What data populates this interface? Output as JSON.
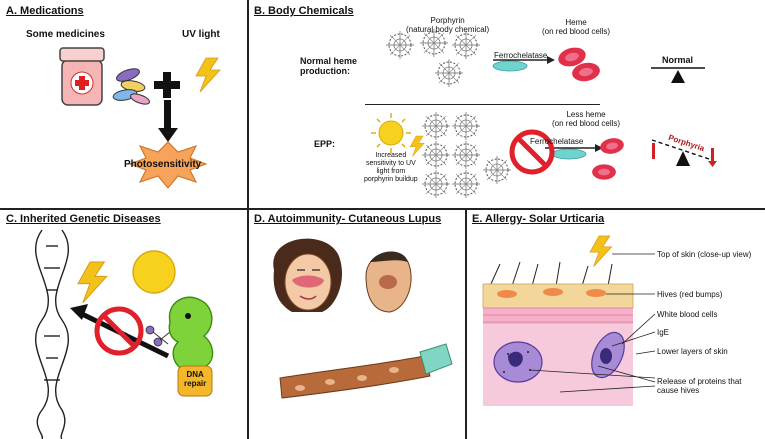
{
  "panels": {
    "a": {
      "title": "A. Medications",
      "medicines_label": "Some medicines",
      "uv_label": "UV light",
      "result_label": "Photosensitivity"
    },
    "b": {
      "title": "B. Body Chemicals",
      "porphyrin_label": "Porphyrin\n(natural body chemical)",
      "heme_label": "Heme\n(on red blood cells)",
      "normal_row_label": "Normal heme\nproduction:",
      "enzyme_label": "Ferrochelatase",
      "normal_scale_label": "Normal",
      "less_heme_label": "Less heme\n(on red blood cells)",
      "epp_label": "EPP:",
      "sensitivity_label": "Increased\nsensitivity to UV\nlight from\nporphyrin buildup",
      "enzyme_label_2": "Ferrochelatase",
      "porphyria_label": "Porphyria"
    },
    "c": {
      "title": "C. Inherited Genetic Diseases",
      "dna_repair_label": "DNA\nrepair"
    },
    "d": {
      "title": "D. Autoimmunity- Cutaneous Lupus"
    },
    "e": {
      "title": "E. Allergy- Solar Urticaria",
      "top_skin_label": "Top of skin (close-up view)",
      "hives_label": "Hives (red bumps)",
      "wbc_label": "White blood cells",
      "ige_label": "IgE",
      "lower_skin_label": "Lower layers of skin",
      "release_label": "Release of proteins that\ncause hives"
    }
  },
  "colors": {
    "sun_yellow": "#f6d21f",
    "bolt_yellow": "#f2c21a",
    "burst_orange": "#f7a35a",
    "blood_red": "#e0304a",
    "enzyme_teal": "#6fd3d0",
    "no_sign_red": "#e0202a",
    "repair_green": "#7ed23a",
    "skin_tan": "#f3d79a",
    "skin_pink": "#f6c9dc",
    "cell_purple": "#a88bd6"
  }
}
